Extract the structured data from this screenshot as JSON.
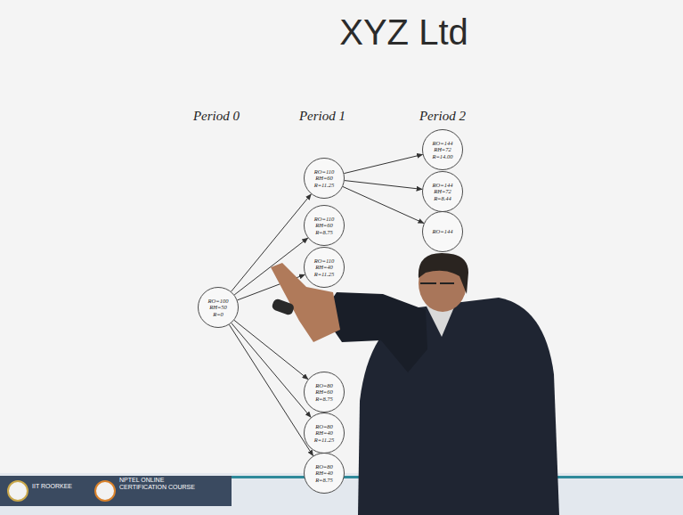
{
  "diagram": {
    "title": "XYZ Ltd",
    "nodes": [
      {
        "text": [
          "RO=100",
          "RH=50",
          "R=0"
        ]
      },
      {
        "text": [
          "RO=110",
          "RH=60",
          "R=11.25"
        ]
      },
      {
        "text": [
          "RO=110",
          "RH=60",
          "R=8.75"
        ]
      },
      {
        "text": [
          "RO=110",
          "RH=40",
          "R=11.25"
        ]
      },
      {
        "text": [
          "RO=80",
          "RH=60",
          "R=8.75"
        ]
      },
      {
        "text": [
          "RO=80",
          "RH=40",
          "R=11.25"
        ]
      },
      {
        "text": [
          "RO=80",
          "RH=40",
          "R=8.75"
        ]
      },
      {
        "text": [
          "RO=144",
          "RH=72",
          "R=14.00"
        ]
      },
      {
        "text": [
          "RO=144",
          "RH=72",
          "R=8.44"
        ]
      },
      {
        "text": [
          "RO=144"
        ]
      }
    ],
    "edges": [
      {
        "from": 0,
        "to": 1,
        "arrow": "to"
      },
      {
        "from": 0,
        "to": 2,
        "arrow": "to"
      },
      {
        "from": 0,
        "to": 3,
        "arrow": "to"
      },
      {
        "from": 0,
        "to": 4,
        "arrow": "to"
      },
      {
        "from": 0,
        "to": 5,
        "arrow": "to"
      },
      {
        "from": 0,
        "to": 6,
        "arrow": "to"
      },
      {
        "from": 1,
        "to": 7,
        "arrow": "to"
      },
      {
        "from": 1,
        "to": 8,
        "arrow": "to"
      },
      {
        "from": 1,
        "to": 9,
        "arrow": "to"
      }
    ],
    "labels": [
      "Period 0",
      "Period 1",
      "Period 2",
      "IIT ROORKEE",
      "NPTEL ONLINE CERTIFICATION COURSE"
    ]
  }
}
